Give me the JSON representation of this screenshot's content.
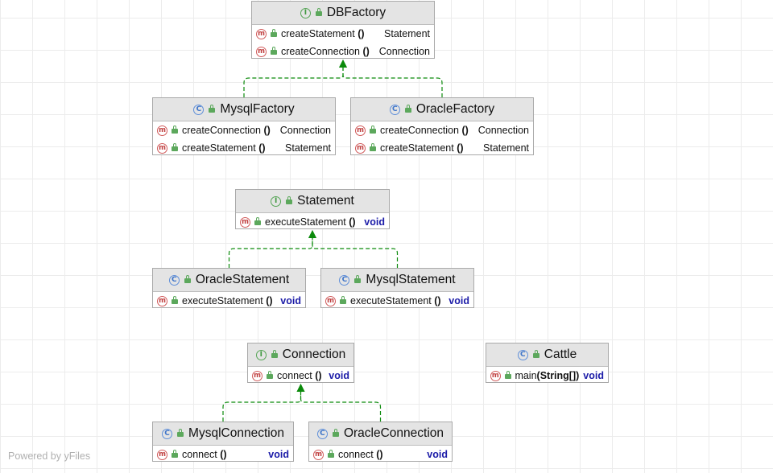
{
  "watermark": "Powered by yFiles",
  "colors": {
    "inheritance_edge": "#0b8a0b",
    "header_bg": "#e4e4e4",
    "void_keyword": "#1c1ca8"
  },
  "nodes": {
    "dbfactory": {
      "kind": "interface",
      "icon": "I",
      "name": "DBFactory",
      "methods": [
        {
          "name": "createStatement",
          "params": "()",
          "ret": "Statement"
        },
        {
          "name": "createConnection",
          "params": "()",
          "ret": "Connection"
        }
      ]
    },
    "mysqlfactory": {
      "kind": "class",
      "icon": "C",
      "name": "MysqlFactory",
      "methods": [
        {
          "name": "createConnection",
          "params": "()",
          "ret": "Connection"
        },
        {
          "name": "createStatement",
          "params": "()",
          "ret": "Statement"
        }
      ]
    },
    "oraclefactory": {
      "kind": "class",
      "icon": "C",
      "name": "OracleFactory",
      "methods": [
        {
          "name": "createConnection",
          "params": "()",
          "ret": "Connection"
        },
        {
          "name": "createStatement",
          "params": "()",
          "ret": "Statement"
        }
      ]
    },
    "statement": {
      "kind": "interface",
      "icon": "I",
      "name": "Statement",
      "methods": [
        {
          "name": "executeStatement",
          "params": "()",
          "ret": "void"
        }
      ]
    },
    "oraclestatement": {
      "kind": "class",
      "icon": "C",
      "name": "OracleStatement",
      "methods": [
        {
          "name": "executeStatement",
          "params": "()",
          "ret": "void"
        }
      ]
    },
    "mysqlstatement": {
      "kind": "class",
      "icon": "C",
      "name": "MysqlStatement",
      "methods": [
        {
          "name": "executeStatement",
          "params": "()",
          "ret": "void"
        }
      ]
    },
    "connection": {
      "kind": "interface",
      "icon": "I",
      "name": "Connection",
      "methods": [
        {
          "name": "connect",
          "params": "()",
          "ret": "void"
        }
      ]
    },
    "cattle": {
      "kind": "class",
      "icon": "C",
      "name": "Cattle",
      "methods": [
        {
          "name": "main",
          "params": "(String[])",
          "ret": "void"
        }
      ]
    },
    "mysqlconnection": {
      "kind": "class",
      "icon": "C",
      "name": "MysqlConnection",
      "methods": [
        {
          "name": "connect",
          "params": "()",
          "ret": "void"
        }
      ]
    },
    "oracleconnection": {
      "kind": "class",
      "icon": "C",
      "name": "OracleConnection",
      "methods": [
        {
          "name": "connect",
          "params": "()",
          "ret": "void"
        }
      ]
    }
  },
  "method_icon": "m",
  "edges": [
    {
      "from": "mysqlfactory",
      "to": "dbfactory",
      "type": "realization"
    },
    {
      "from": "oraclefactory",
      "to": "dbfactory",
      "type": "realization"
    },
    {
      "from": "oraclestatement",
      "to": "statement",
      "type": "realization"
    },
    {
      "from": "mysqlstatement",
      "to": "statement",
      "type": "realization"
    },
    {
      "from": "mysqlconnection",
      "to": "connection",
      "type": "realization"
    },
    {
      "from": "oracleconnection",
      "to": "connection",
      "type": "realization"
    }
  ]
}
